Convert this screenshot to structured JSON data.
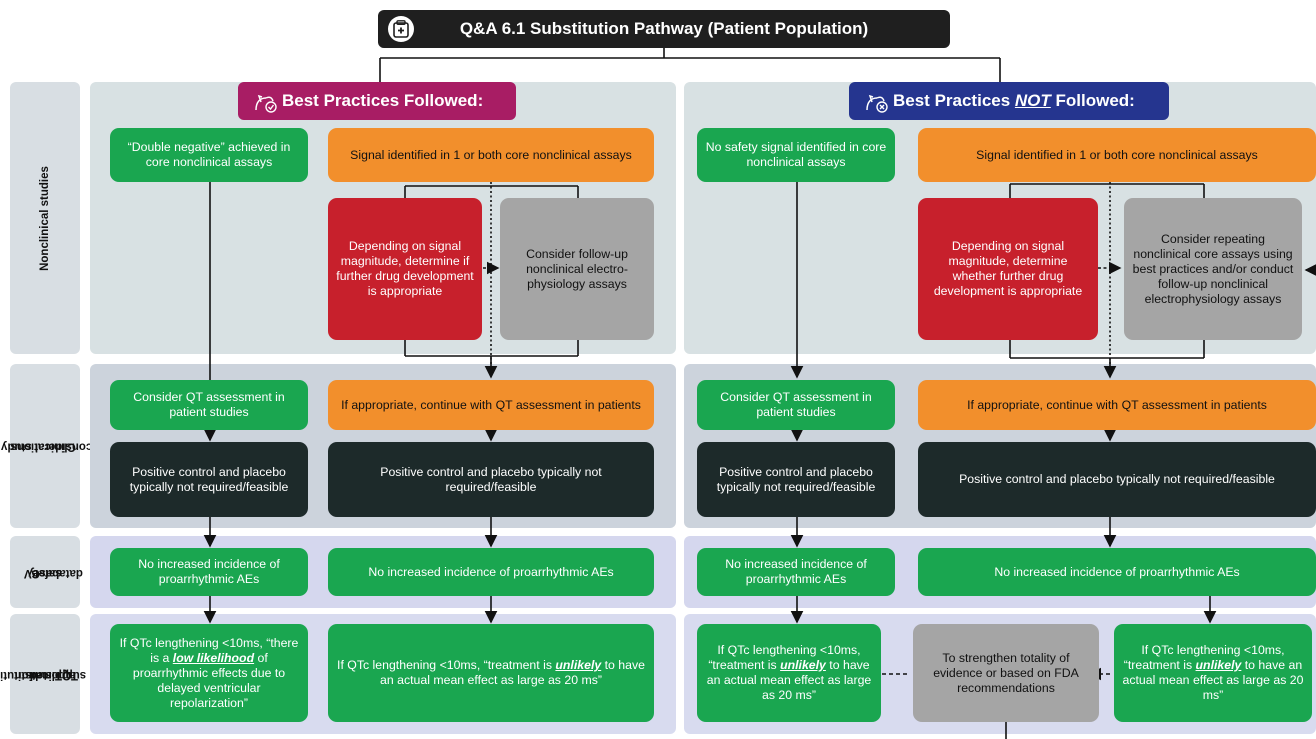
{
  "title": "Q&A 6.1 Substitution Pathway (Patient Population)",
  "row_labels": {
    "nonclinical": "Nonclinical studies",
    "clinical_line1": "Clinical study",
    "clinical_line2": "considerations",
    "cv_line1": "CV",
    "cv_line2": "safety",
    "cv_line3": "database",
    "tqt_line1": "TQT substitution",
    "tqt_line2": "application",
    "tqt_line3": "supported"
  },
  "left": {
    "header_text": "Best Practices Followed:",
    "header_color": "#a81d64",
    "double_negative": "“Double negative” achieved in core nonclinical assays",
    "signal_identified": "Signal identified in 1 or both core nonclinical assays",
    "depending": "Depending on signal magnitude, determine if further drug development is appropriate",
    "consider_followup": "Consider follow-up nonclinical electro-physiology assays",
    "consider_qt": "Consider QT assessment in patient studies",
    "if_appropriate": "If appropriate, continue with QT assessment in patients",
    "positive_control_a": "Positive control and placebo typically not required/feasible",
    "positive_control_b": "Positive control and placebo typically not required/feasible",
    "no_incidence_a": "No increased incidence of proarrhythmic AEs",
    "no_incidence_b": "No increased incidence of proarrhythmic AEs",
    "tqt_a_pre": "If QTc lengthening <10ms, “there is a ",
    "tqt_a_em": "low likelihood",
    "tqt_a_post": " of proarrhythmic effects due to delayed ventricular repolarization”",
    "tqt_b_pre": "If QTc lengthening <10ms, “treatment is ",
    "tqt_b_em": "unlikely",
    "tqt_b_post": " to have an actual mean effect as large as 20 ms”"
  },
  "right": {
    "header_pre": "Best Practices ",
    "header_em": "NOT",
    "header_post": " Followed:",
    "header_color": "#25358f",
    "no_signal": "No safety signal identified in core nonclinical assays",
    "signal_identified": "Signal identified in 1 or both core nonclinical assays",
    "depending": "Depending on signal magnitude, determine whether further drug development is appropriate",
    "consider_repeating": "Consider repeating nonclinical core assays using best practices and/or conduct follow-up nonclinical electrophysiology assays",
    "consider_qt": "Consider QT assessment in patient studies",
    "if_appropriate": "If appropriate, continue with QT assessment in patients",
    "positive_control_a": "Positive control and placebo typically not required/feasible",
    "positive_control_b": "Positive control and placebo typically not required/feasible",
    "no_incidence_a": "No increased incidence of proarrhythmic AEs",
    "no_incidence_b": "No increased incidence of proarrhythmic AEs",
    "tqt_a_pre": "If QTc lengthening <10ms, “treatment is ",
    "tqt_a_em": "unlikely",
    "tqt_a_post": " to have an actual mean effect as large as 20 ms”",
    "strengthen": "To strengthen totality of evidence or based on FDA recommendations",
    "tqt_b_pre": "If QTc lengthening <10ms, “treatment is ",
    "tqt_b_em": "unlikely",
    "tqt_b_post": " to have an actual mean effect as large as 20 ms”"
  },
  "colors": {
    "green": "#1aa650",
    "orange": "#f28f2c",
    "red": "#c7202c",
    "gray": "#a5a5a5",
    "dark": "#1d2a2a"
  }
}
